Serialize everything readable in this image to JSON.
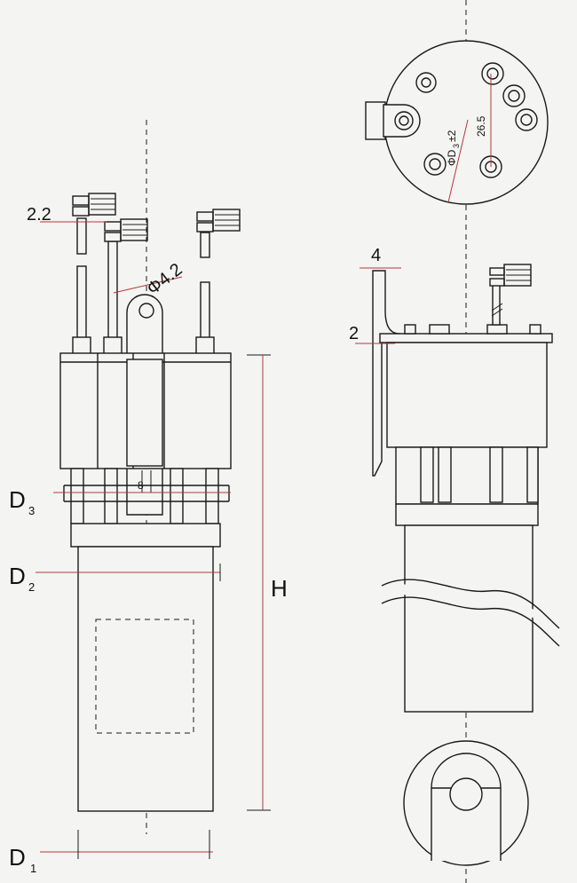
{
  "labels": {
    "pin_thickness": "2.2",
    "hole_diameter": "Φ4.2",
    "slot_width": "8",
    "height": "H",
    "d1": "D",
    "d1_sub": "1",
    "d2": "D",
    "d2_sub": "2",
    "d3": "D",
    "d3_sub": "3",
    "lead_width": "4",
    "plate_thickness": "2",
    "circle_dia_pre": "ΦD",
    "circle_dia_sub": "3",
    "circle_dia_tol": "±2",
    "pin_spacing": "26.5"
  }
}
